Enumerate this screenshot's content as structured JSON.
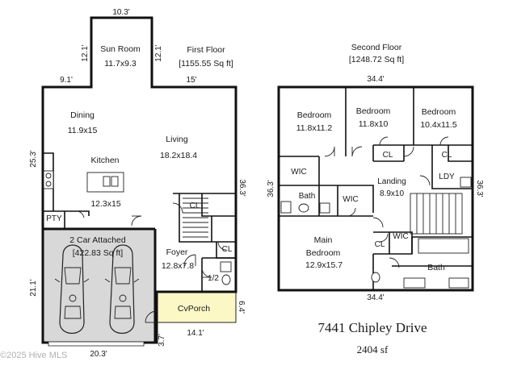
{
  "address": "7441 Chipley Drive",
  "total_sqft": "2404 sf",
  "watermark": "©2025 Hive MLS",
  "first_floor": {
    "title": "First Floor",
    "area": "[1155.55 Sq ft]",
    "dims": {
      "top": "10.3'",
      "sun_left": "12.1'",
      "sun_right": "12.1'",
      "left_top": "9.1'",
      "right_top": "15'",
      "left_side": "25.3'",
      "right_side": "36.3'",
      "garage_side": "21.1'",
      "porch_right": "6.4'",
      "porch_bottom": "14.1'",
      "step": "3.7'",
      "garage_bottom": "20.3'"
    },
    "rooms": {
      "sun_room": {
        "name": "Sun Room",
        "size": "11.7x9.3"
      },
      "dining": {
        "name": "Dining",
        "size": "11.9x15"
      },
      "living": {
        "name": "Living",
        "size": "18.2x18.4"
      },
      "kitchen": {
        "name": "Kitchen",
        "size": "12.3x15"
      },
      "garage": {
        "name": "2 Car Attached",
        "area": "[422.83 Sq ft]"
      },
      "foyer": {
        "name": "Foyer",
        "size": "12.8x7.8"
      },
      "pantry": "PTY",
      "closet": "CL",
      "closet2": "CL",
      "half_bath": "1/2",
      "porch": "CvPorch"
    },
    "colors": {
      "garage": "#d8d8d8",
      "porch": "#fbf8c6"
    }
  },
  "second_floor": {
    "title": "Second Floor",
    "area": "[1248.72 Sq ft]",
    "dims": {
      "top": "34.4'",
      "left": "36.3'",
      "right": "36.3'",
      "bottom": "34.4'"
    },
    "rooms": {
      "bed1": {
        "name": "Bedroom",
        "size": "11.8x11.2"
      },
      "bed2": {
        "name": "Bedroom",
        "size": "11.8x10"
      },
      "bed3": {
        "name": "Bedroom",
        "size": "10.4x11.5"
      },
      "landing": {
        "name": "Landing",
        "size": "8.9x10"
      },
      "laundry": "LDY",
      "wic1": "WIC",
      "wic2": "WIC",
      "wic3": "WIC",
      "bath1": "Bath",
      "bath2": "Bath",
      "closet_a": "CL",
      "closet_b": "CL",
      "closet_c": "CL",
      "main": {
        "line1": "Main",
        "line2": "Bedroom",
        "size": "12.9x15.7"
      }
    }
  }
}
